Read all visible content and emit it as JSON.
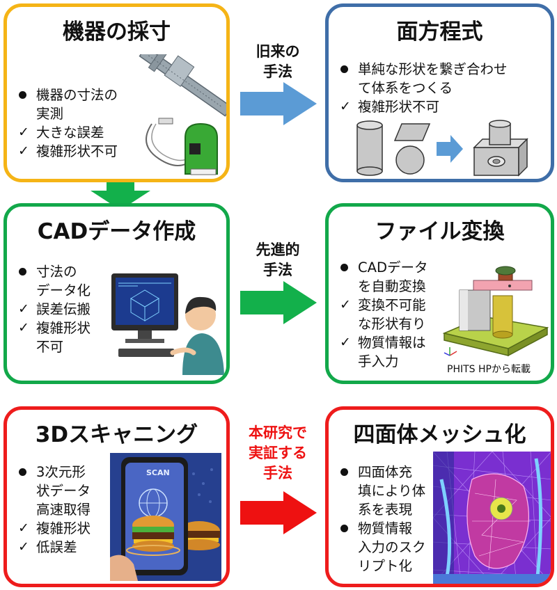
{
  "boxes": {
    "measure": {
      "title": "機器の採寸",
      "items": [
        {
          "mark": "bullet",
          "text": "機器の寸法の\n実測"
        },
        {
          "mark": "check",
          "text": "大きな誤差"
        },
        {
          "mark": "check",
          "text": "複雑形状不可"
        }
      ]
    },
    "equation": {
      "title": "面方程式",
      "items": [
        {
          "mark": "bullet",
          "text": "単純な形状を繋ぎ合わせ\nて体系をつくる"
        },
        {
          "mark": "check",
          "text": "複雑形状不可"
        }
      ]
    },
    "cad": {
      "title": "CADデータ作成",
      "items": [
        {
          "mark": "bullet",
          "text": "寸法の\nデータ化"
        },
        {
          "mark": "check",
          "text": "誤差伝搬"
        },
        {
          "mark": "check",
          "text": "複雑形状\n不可"
        }
      ]
    },
    "convert": {
      "title": "ファイル変換",
      "items": [
        {
          "mark": "bullet",
          "text": "CADデータ\nを自動変換"
        },
        {
          "mark": "check",
          "text": "変換不可能\nな形状有り"
        },
        {
          "mark": "check",
          "text": "物質情報は\n手入力"
        }
      ],
      "credit": "PHITS HPから転載"
    },
    "scan": {
      "title": "3Dスキャニング",
      "items": [
        {
          "mark": "bullet",
          "text": "3次元形\n状データ\n高速取得"
        },
        {
          "mark": "check",
          "text": "複雑形状"
        },
        {
          "mark": "check",
          "text": "低誤差"
        }
      ],
      "phone_label": "SCAN"
    },
    "mesh": {
      "title": "四面体メッシュ化",
      "items": [
        {
          "mark": "bullet",
          "text": "四面体充\n填により体\n系を表現"
        },
        {
          "mark": "bullet",
          "text": "物質情報\n入力のスク\nリプト化"
        }
      ]
    }
  },
  "arrows": {
    "traditional": {
      "label": "旧来の\n手法",
      "color": "#5b9bd5"
    },
    "advanced": {
      "label": "先進的\n手法",
      "color": "#13b04b"
    },
    "this_study": {
      "label": "本研究で\n実証する\n手法",
      "color": "#ee1111"
    },
    "down": {
      "color": "#13b04b"
    }
  },
  "colors": {
    "yellow_border": "#f5b416",
    "blue_border": "#3f6ea8",
    "green_border": "#12a84a",
    "red_border": "#ee1c1c",
    "red_text": "#ee1111"
  }
}
